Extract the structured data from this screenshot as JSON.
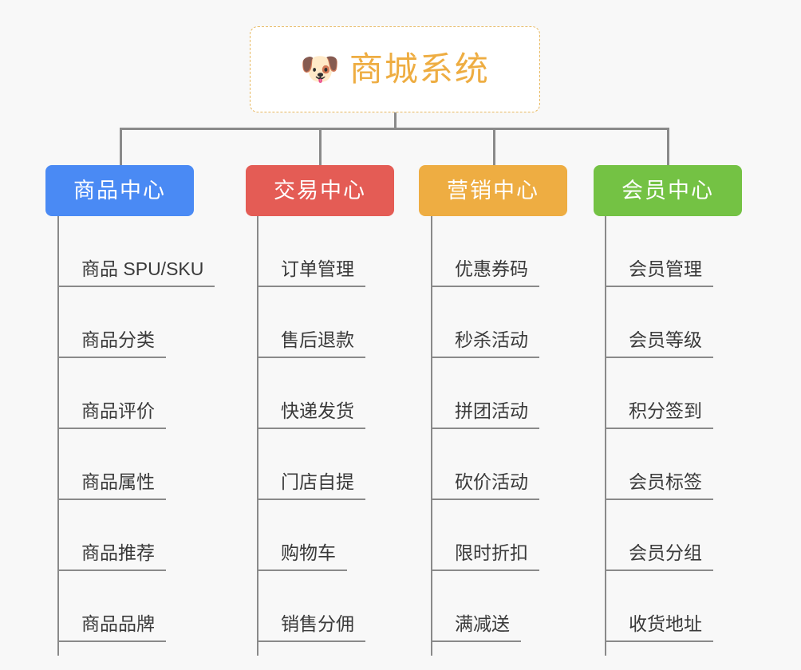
{
  "page": {
    "background_color": "#f8f8f8",
    "type": "mindmap"
  },
  "root": {
    "icon": "dog-face-emoji",
    "icon_glyph": "🐶",
    "title": "商城系统",
    "text_color": "#eead42",
    "border_color": "#e8b961",
    "background_color": "#ffffff"
  },
  "connector_color": "#8a8a8a",
  "branches": [
    {
      "id": "product-center",
      "label": "商品中心",
      "color": "#4a8af4",
      "items": [
        {
          "label": "商品 SPU/SKU"
        },
        {
          "label": "商品分类"
        },
        {
          "label": "商品评价"
        },
        {
          "label": "商品属性"
        },
        {
          "label": "商品推荐"
        },
        {
          "label": "商品品牌"
        }
      ]
    },
    {
      "id": "trade-center",
      "label": "交易中心",
      "color": "#e45c55",
      "items": [
        {
          "label": "订单管理"
        },
        {
          "label": "售后退款"
        },
        {
          "label": "快递发货"
        },
        {
          "label": "门店自提"
        },
        {
          "label": "购物车"
        },
        {
          "label": "销售分佣"
        }
      ]
    },
    {
      "id": "marketing-center",
      "label": "营销中心",
      "color": "#eead42",
      "items": [
        {
          "label": "优惠券码"
        },
        {
          "label": "秒杀活动"
        },
        {
          "label": "拼团活动"
        },
        {
          "label": "砍价活动"
        },
        {
          "label": "限时折扣"
        },
        {
          "label": "满减送"
        }
      ]
    },
    {
      "id": "member-center",
      "label": "会员中心",
      "color": "#74c244",
      "items": [
        {
          "label": "会员管理"
        },
        {
          "label": "会员等级"
        },
        {
          "label": "积分签到"
        },
        {
          "label": "会员标签"
        },
        {
          "label": "会员分组"
        },
        {
          "label": "收货地址"
        }
      ]
    }
  ]
}
